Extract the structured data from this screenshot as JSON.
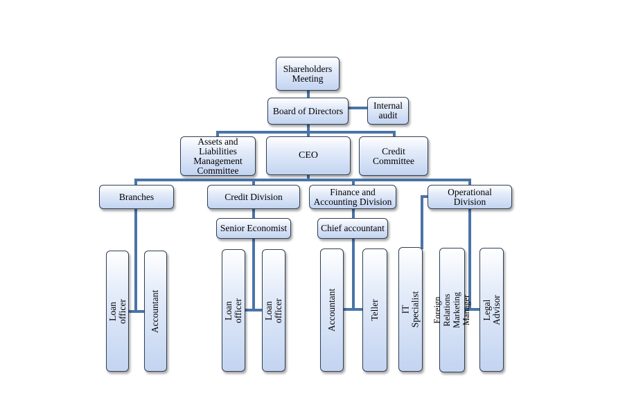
{
  "nodes": {
    "shareholders": "Shareholders\nMeeting",
    "board": "Board of Directors",
    "internal_audit": "Internal\naudit",
    "alco": "Assets and\nLiabilities\nManagement\nCommittee",
    "ceo": "CEO",
    "credit_committee": "Credit\nCommittee",
    "branches": "Branches",
    "credit_division": "Credit Division",
    "finance_division": "Finance and\nAccounting Division",
    "operational_division": "Operational\nDivision",
    "senior_economist": "Senior Economist",
    "chief_accountant": "Chief accountant",
    "branches_loan_officer": "Loan officer",
    "branches_accountant": "Accountant",
    "credit_loan_officer_1": "Loan officer",
    "credit_loan_officer_2": "Loan officer",
    "finance_accountant": "Accountant",
    "finance_teller": "Teller",
    "it_specialist": "IT  Specialist",
    "foreign_relations": "Foreign Relations Marketing\nManager",
    "legal_advisor": "Legal Advisor"
  },
  "colors": {
    "connector": "#4a74a8",
    "box_border": "#2f3f52",
    "box_fill_top": "#ffffff",
    "box_fill_bottom": "#c3d4f1"
  }
}
